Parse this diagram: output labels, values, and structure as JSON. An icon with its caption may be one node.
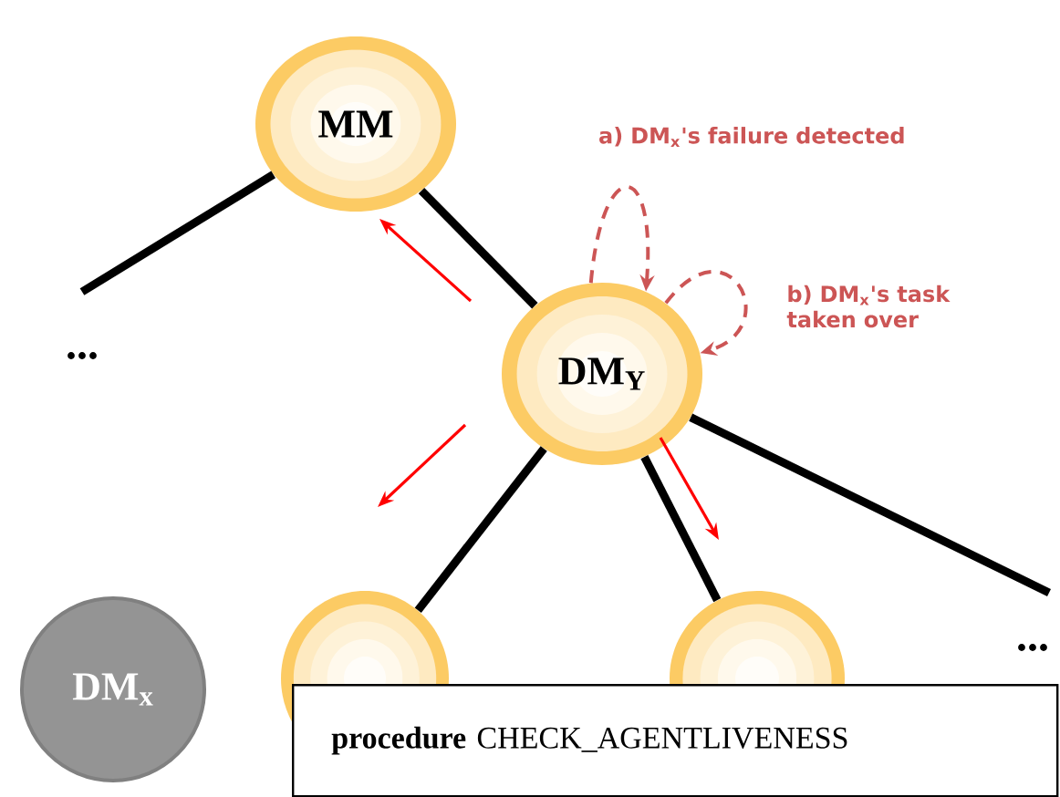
{
  "diagram": {
    "nodes": [
      {
        "text": [
          "MM"
        ]
      },
      {
        "text": [
          "DM$_{Y}$"
        ]
      },
      {
        "text": [
          "DM$_{x}$"
        ]
      },
      {
        "text": [],
        "shape": "circle"
      },
      {
        "text": [],
        "shape": "circle"
      },
      {
        "text": [
          "**procedure** CHECK_AGENTLIVENESS"
        ]
      }
    ],
    "edges": [
      {
        "from": 0,
        "to": null,
        "arrow": "none"
      },
      {
        "from": 0,
        "to": 1,
        "arrow": "none"
      },
      {
        "from": 1,
        "to": 3,
        "arrow": "none"
      },
      {
        "from": 1,
        "to": 4,
        "arrow": "none"
      },
      {
        "from": 1,
        "to": null,
        "arrow": "none"
      },
      {
        "from": 1,
        "to": 1,
        "arrow": "to",
        "style": "dashed",
        "color": "#cc5555",
        "label": "a) DM$_{x}$'s failure detected"
      },
      {
        "from": 1,
        "to": 1,
        "arrow": "to",
        "style": "dashed",
        "color": "#cc5555",
        "label": "b) DM$_{x}$'s task taken over"
      }
    ],
    "labels": [
      "...",
      "..."
    ]
  }
}
